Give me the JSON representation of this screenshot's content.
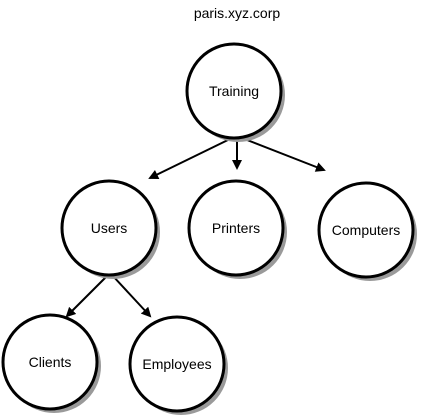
{
  "title": "paris.xyz.corp",
  "nodes": {
    "training": "Training",
    "users": "Users",
    "printers": "Printers",
    "computers": "Computers",
    "clients": "Clients",
    "employees": "Employees"
  },
  "colors": {
    "stroke": "#000000",
    "fill": "#ffffff",
    "shadow": "#9a9a9a"
  }
}
